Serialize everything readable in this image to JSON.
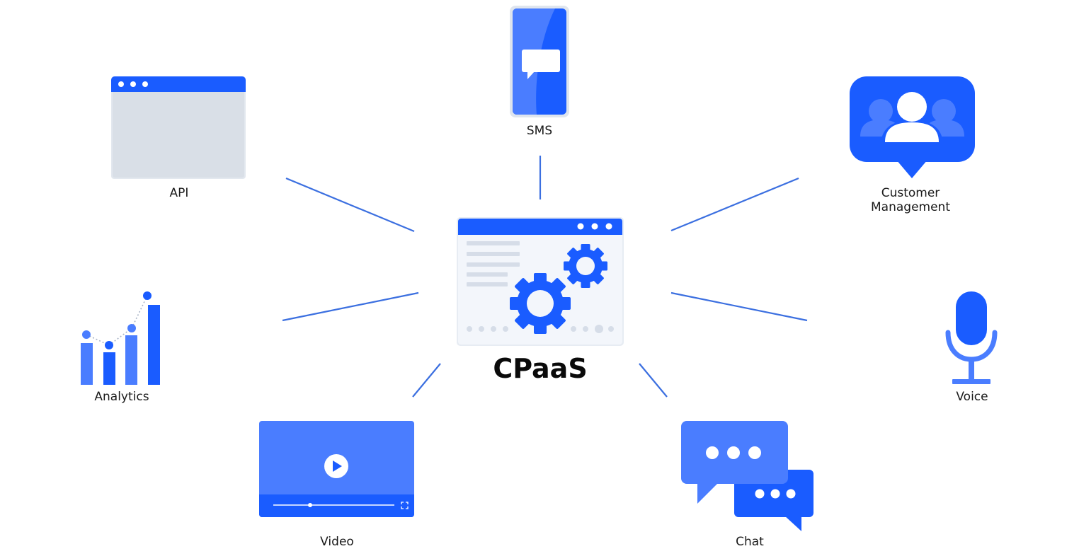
{
  "center": {
    "title": "CPaaS"
  },
  "nodes": {
    "sms": {
      "label": "SMS"
    },
    "api": {
      "label": "API"
    },
    "customer": {
      "label_line1": "Customer",
      "label_line2": "Management"
    },
    "analytics": {
      "label": "Analytics"
    },
    "voice": {
      "label": "Voice"
    },
    "video": {
      "label": "Video"
    },
    "chat": {
      "label": "Chat"
    }
  },
  "colors": {
    "primary": "#1a5cff",
    "primary_light": "#4a7dff",
    "connector": "#3b6fe0",
    "window_body": "#d9dfe7",
    "panel_bg": "#f2f5fa",
    "lines": "#d6dde8"
  }
}
